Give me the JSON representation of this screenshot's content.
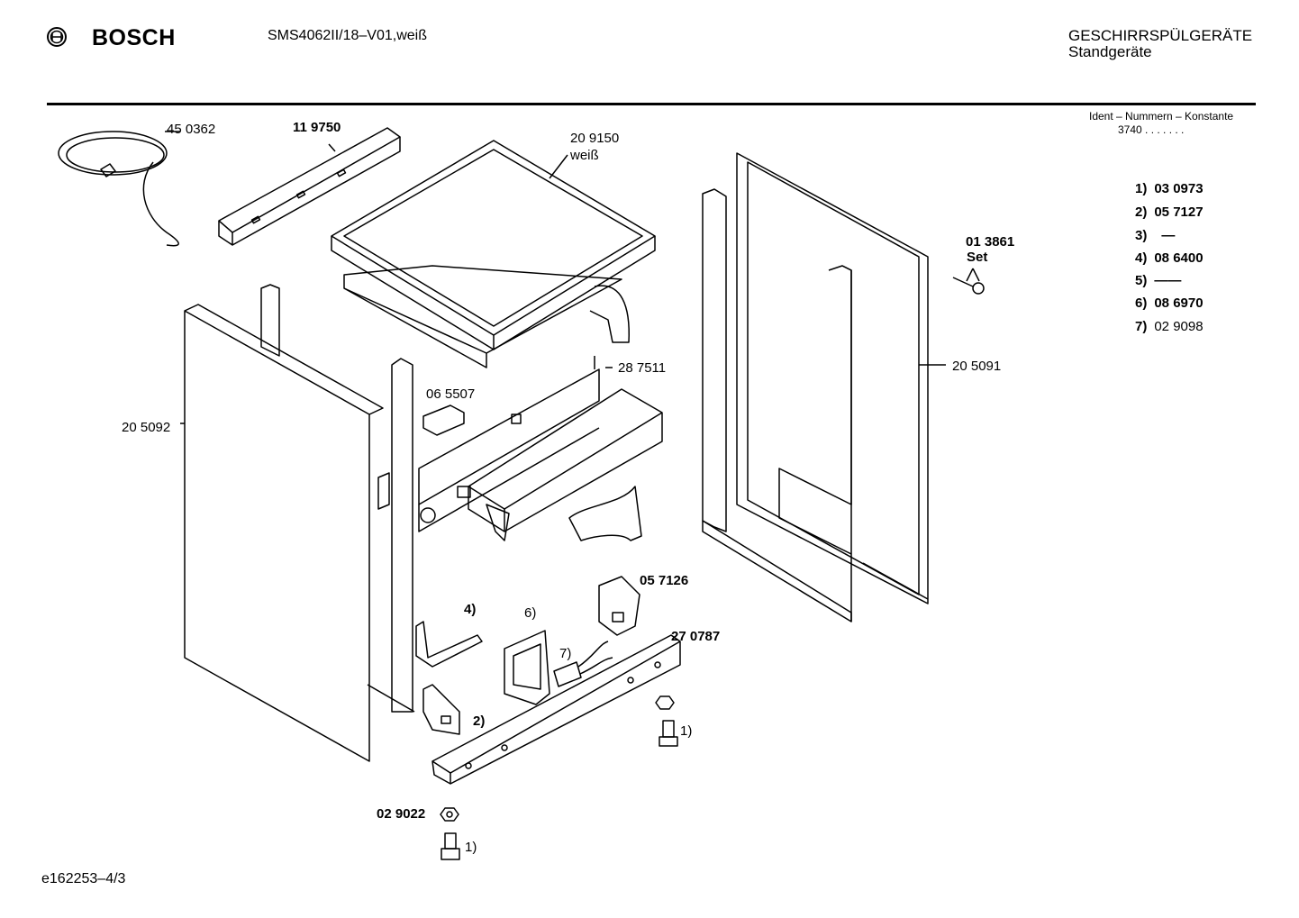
{
  "header": {
    "brand": "BOSCH",
    "model": "SMS4062II/18–V01,weiß",
    "category_line1": "GESCHIRRSPÜLGERÄTE",
    "category_line2": "Standgeräte"
  },
  "ident": {
    "title": "Ident – Nummern – Konstante",
    "value": "3740  .  .   .  .  .  .  ."
  },
  "legend": [
    {
      "key": "1)",
      "value": "03 0973",
      "bold": true
    },
    {
      "key": "2)",
      "value": "05 7127",
      "bold": true
    },
    {
      "key": "3)",
      "value": "—",
      "bold": true
    },
    {
      "key": "4)",
      "value": "08 6400",
      "bold": true
    },
    {
      "key": "5)",
      "value": "——",
      "bold": true
    },
    {
      "key": "6)",
      "value": "08 6970",
      "bold": true
    },
    {
      "key": "7)",
      "value": "02 9098",
      "bold": false
    }
  ],
  "parts": {
    "cable": "45 0362",
    "rail_top": "11 9750",
    "lid_number": "20 9150",
    "lid_color": "weiß",
    "screw_set_number": "01 3861",
    "screw_set_label": "Set",
    "bracket_right": "28 7511",
    "side_right": "20 5091",
    "clip": "06 5507",
    "side_left": "20 5092",
    "bracket_small": "05 7126",
    "rail_bottom": "27 0787",
    "ref_4": "4)",
    "ref_6": "6)",
    "ref_7": "7)",
    "ref_2": "2)",
    "ref_1a": "1)",
    "nut_number": "02 9022",
    "ref_1b": "1)"
  },
  "footer": {
    "drawing_id": "e162253–4/3"
  }
}
